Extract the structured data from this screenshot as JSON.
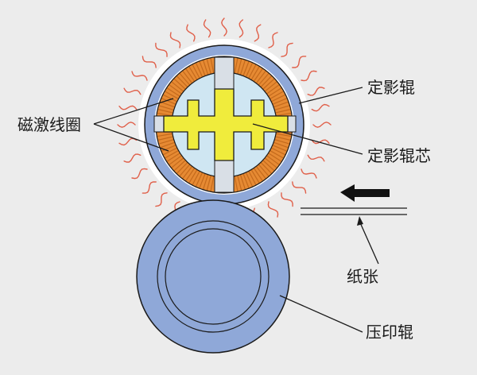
{
  "labels": {
    "coil": "磁激线圈",
    "fixing_roller": "定影辊",
    "roller_core": "定影辊芯",
    "paper": "纸张",
    "pressure_roller": "压印辊"
  },
  "icons": {
    "heat": "heat-wave-icon",
    "direction": "arrow-left-icon"
  },
  "colors": {
    "background": "#ececec",
    "roller_shell": "#8fa8d8",
    "coil_orange": "#e68a33",
    "coil_stripe": "#c46a1c",
    "core_light": "#cfe6f2",
    "core_yellow": "#f0ec3c",
    "core_gray": "#d9dfe6",
    "heat_wave": "#e0604a",
    "press_shell": "#8fa8d8",
    "press_inner": "#7a92c8",
    "line": "#1a1a1a"
  }
}
